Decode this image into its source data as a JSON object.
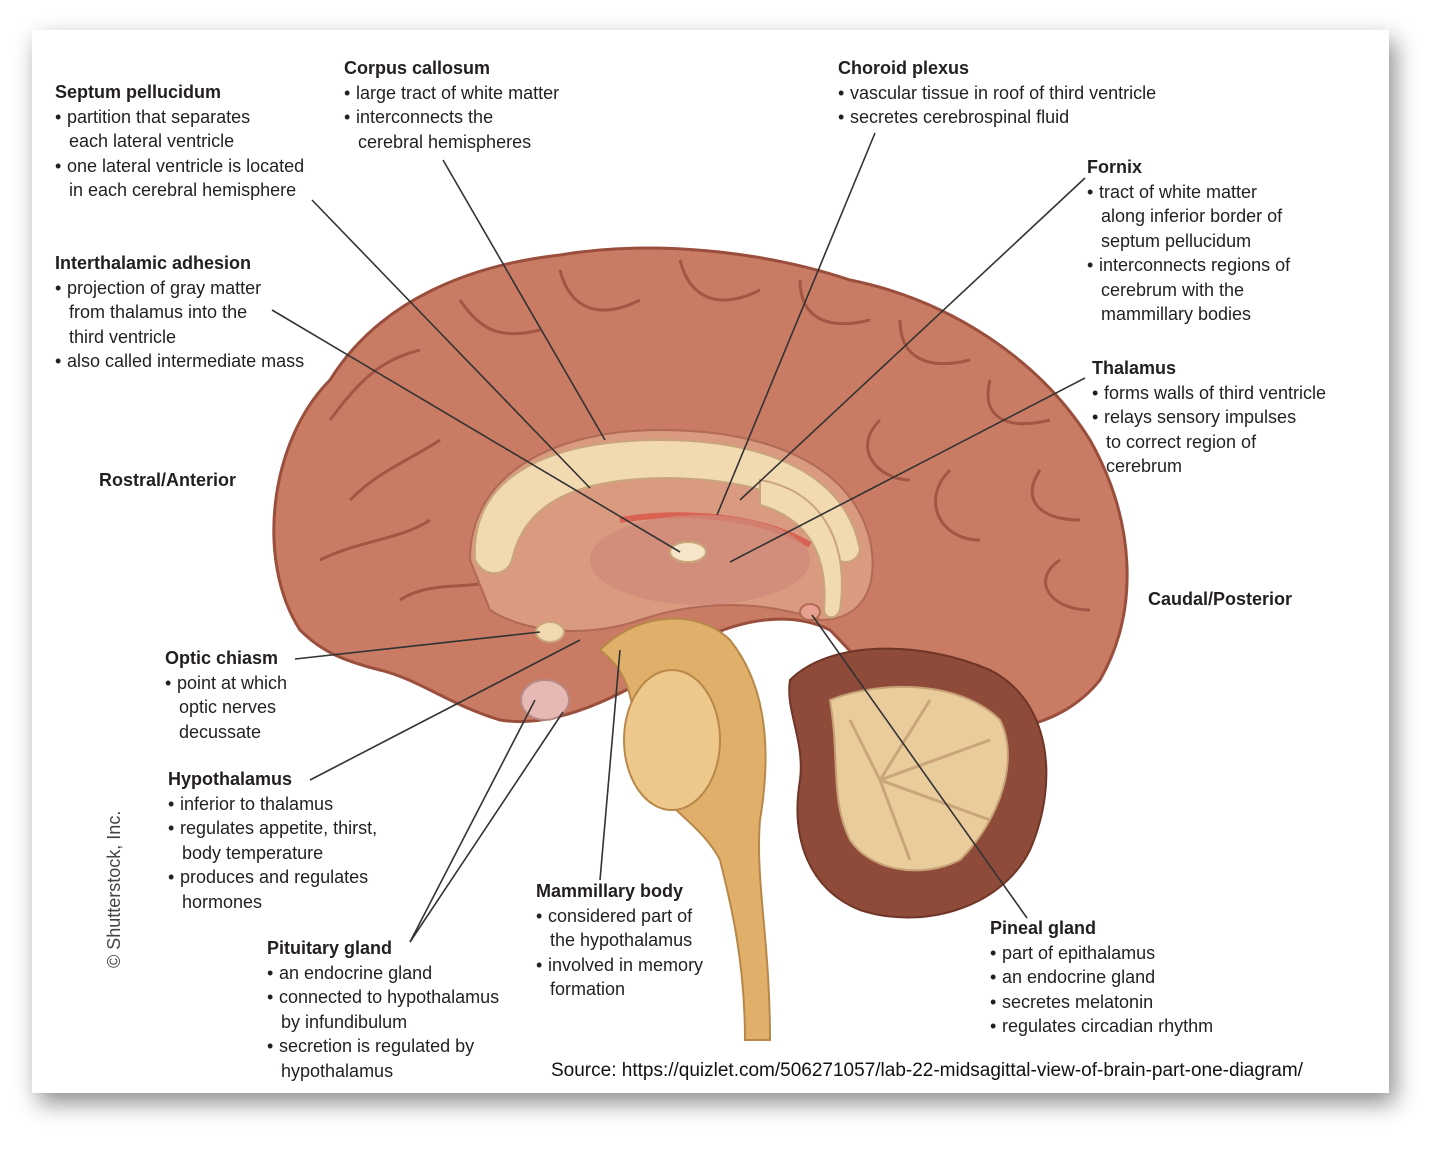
{
  "labels": {
    "septum": {
      "title": "Septum pellucidum",
      "lines": [
        "partition that separates",
        "  each lateral ventricle",
        "one lateral ventricle is located",
        "  in each cerebral hemisphere"
      ]
    },
    "corpus": {
      "title": "Corpus callosum",
      "lines": [
        "large tract of white matter",
        "interconnects the",
        "  cerebral hemispheres"
      ]
    },
    "choroid": {
      "title": "Choroid plexus",
      "lines": [
        "vascular tissue in roof of third ventricle",
        "secretes cerebrospinal fluid"
      ]
    },
    "fornix": {
      "title": "Fornix",
      "lines": [
        "tract of white matter",
        "  along inferior border of",
        "  septum pellucidum",
        "interconnects regions of",
        "  cerebrum with the",
        "  mammillary bodies"
      ]
    },
    "interthalamic": {
      "title": "Interthalamic adhesion",
      "lines": [
        "projection of gray matter",
        "  from thalamus into the",
        "  third ventricle",
        "also called intermediate mass"
      ]
    },
    "thalamus": {
      "title": "Thalamus",
      "lines": [
        "forms walls of third ventricle",
        "relays sensory impulses",
        "  to correct region of",
        "  cerebrum"
      ]
    },
    "optic": {
      "title": "Optic chiasm",
      "lines": [
        "point at which",
        "  optic nerves",
        "  decussate"
      ]
    },
    "hypothalamus": {
      "title": "Hypothalamus",
      "lines": [
        "inferior to thalamus",
        "regulates appetite, thirst,",
        "  body temperature",
        "produces and regulates",
        "  hormones"
      ]
    },
    "pituitary": {
      "title": "Pituitary gland",
      "lines": [
        "an endocrine gland",
        "connected to hypothalamus",
        "  by infundibulum",
        "secretion is regulated by",
        "  hypothalamus"
      ]
    },
    "mammillary": {
      "title": "Mammillary body",
      "lines": [
        "considered part of",
        "  the hypothalamus",
        "involved in memory",
        "  formation"
      ]
    },
    "pineal": {
      "title": "Pineal gland",
      "lines": [
        "part of epithalamus",
        "an endocrine gland",
        "secretes melatonin",
        "regulates circadian rhythm"
      ]
    }
  },
  "directions": {
    "anterior": "Rostral/Anterior",
    "posterior": "Caudal/Posterior"
  },
  "credit": "© Shutterstock, Inc.",
  "source": "Source: https://quizlet.com/506271057/lab-22-midsagittal-view-of-brain-part-one-diagram/",
  "colors": {
    "cerebrum": "#c97b63",
    "cerebrum_dark": "#9a4e3c",
    "white_matter": "#f1d9b0",
    "brainstem": "#e0b06a",
    "cerebellum": "#8f4b3a",
    "choroid": "#d8584a",
    "leader": "#333333"
  }
}
